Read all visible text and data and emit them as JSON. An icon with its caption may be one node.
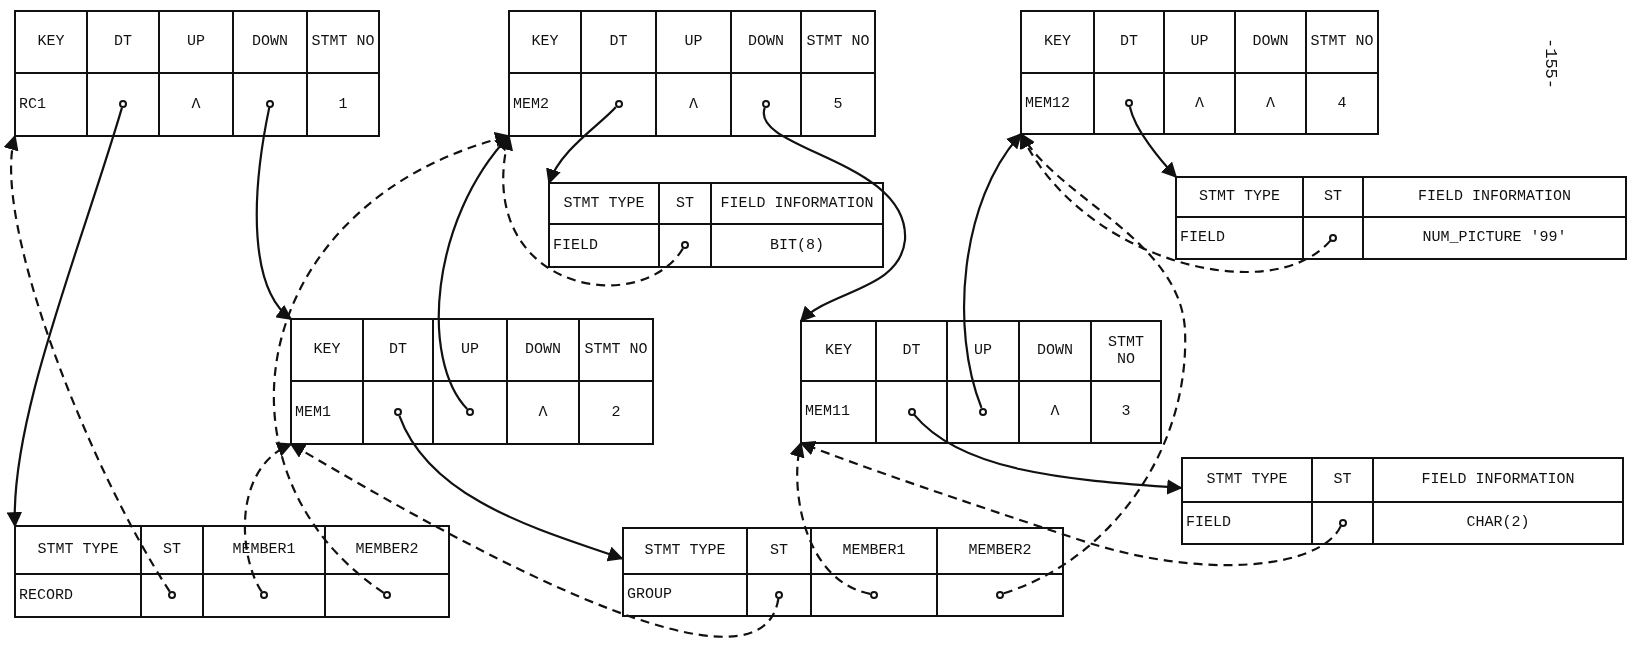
{
  "diagram": {
    "nodes": [
      {
        "text": [
          "KEY",
          "DT",
          "UP",
          "DOWN",
          "STMT NO",
          "RC1",
          "Λ",
          "1"
        ]
      },
      {
        "text": [
          "KEY",
          "DT",
          "UP",
          "DOWN",
          "STMT NO",
          "MEM2",
          "Λ",
          "5"
        ]
      },
      {
        "text": [
          "KEY",
          "DT",
          "UP",
          "DOWN",
          "STMT NO",
          "MEM12",
          "Λ",
          "Λ",
          "4"
        ]
      },
      {
        "text": [
          "STMT TYPE",
          "ST",
          "FIELD INFORMATION",
          "FIELD",
          "BIT(8)"
        ]
      },
      {
        "text": [
          "STMT TYPE",
          "ST",
          "FIELD INFORMATION",
          "FIELD",
          "NUM_PICTURE '99'"
        ]
      },
      {
        "text": [
          "KEY",
          "DT",
          "UP",
          "DOWN",
          "STMT NO",
          "MEM1",
          "Λ",
          "2"
        ]
      },
      {
        "text": [
          "KEY",
          "DT",
          "UP",
          "DOWN",
          "STMT NO",
          "MEM11",
          "Λ",
          "3"
        ]
      },
      {
        "text": [
          "STMT TYPE",
          "ST",
          "FIELD INFORMATION",
          "FIELD",
          "CHAR(2)"
        ]
      },
      {
        "text": [
          "STMT TYPE",
          "ST",
          "MEMBER1",
          "MEMBER2",
          "RECORD"
        ]
      },
      {
        "text": [
          "STMT TYPE",
          "ST",
          "MEMBER1",
          "MEMBER2",
          "GROUP"
        ]
      }
    ],
    "edges": [
      {
        "from": 0,
        "to": 8,
        "arrow": "to"
      },
      {
        "from": 0,
        "to": 5,
        "arrow": "to"
      },
      {
        "from": 5,
        "to": 1,
        "arrow": "to"
      },
      {
        "from": 1,
        "to": 3,
        "arrow": "to"
      },
      {
        "from": 1,
        "to": 6,
        "arrow": "to"
      },
      {
        "from": 6,
        "to": 2,
        "arrow": "to"
      },
      {
        "from": 2,
        "to": 4,
        "arrow": "to"
      },
      {
        "from": 5,
        "to": 9,
        "arrow": "to"
      },
      {
        "from": 6,
        "to": 7,
        "arrow": "to"
      },
      {
        "from": 8,
        "to": 0,
        "arrow": "to",
        "style": "dashed"
      },
      {
        "from": 8,
        "to": 5,
        "arrow": "to",
        "style": "dashed"
      },
      {
        "from": 8,
        "to": 1,
        "arrow": "to",
        "style": "dashed"
      },
      {
        "from": 3,
        "to": 1,
        "arrow": "to",
        "style": "dashed"
      },
      {
        "from": 9,
        "to": 5,
        "arrow": "to",
        "style": "dashed"
      },
      {
        "from": 9,
        "to": 6,
        "arrow": "to",
        "style": "dashed"
      },
      {
        "from": 9,
        "to": 2,
        "arrow": "to",
        "style": "dashed"
      },
      {
        "from": 7,
        "to": 6,
        "arrow": "to",
        "style": "dashed"
      },
      {
        "from": 4,
        "to": 2,
        "arrow": "to",
        "style": "dashed"
      }
    ],
    "labels": [
      "-155-"
    ]
  }
}
